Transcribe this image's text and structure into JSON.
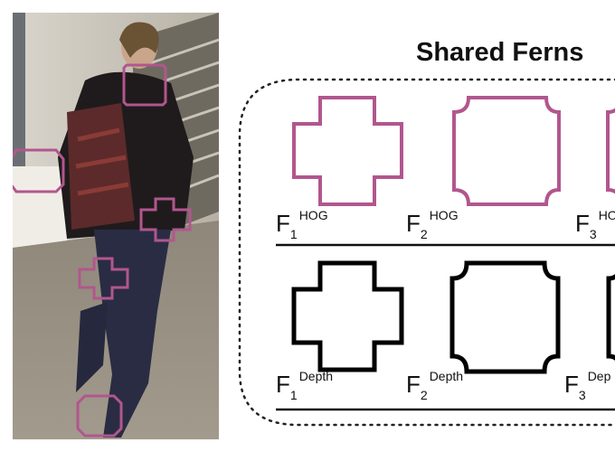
{
  "title": "Shared Ferns",
  "rows": [
    {
      "name": "hog",
      "color": "#b2568e",
      "labels": [
        {
          "main": "F",
          "sub": "1",
          "sup": "HOG"
        },
        {
          "main": "F",
          "sub": "2",
          "sup": "HOG"
        },
        {
          "main": "F",
          "sub": "3",
          "sup": "HO"
        }
      ]
    },
    {
      "name": "depth",
      "color": "#000000",
      "labels": [
        {
          "main": "F",
          "sub": "1",
          "sup": "Depth"
        },
        {
          "main": "F",
          "sub": "2",
          "sup": "Depth"
        },
        {
          "main": "F",
          "sub": "3",
          "sup": "Dep"
        }
      ]
    }
  ],
  "photo_marker_color": "#b2568e"
}
